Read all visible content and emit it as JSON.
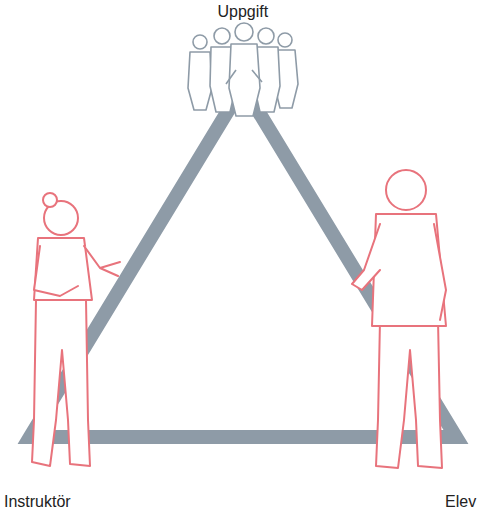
{
  "diagram": {
    "labels": [
      "Uppgift",
      "Instruktör",
      "Elev"
    ]
  }
}
